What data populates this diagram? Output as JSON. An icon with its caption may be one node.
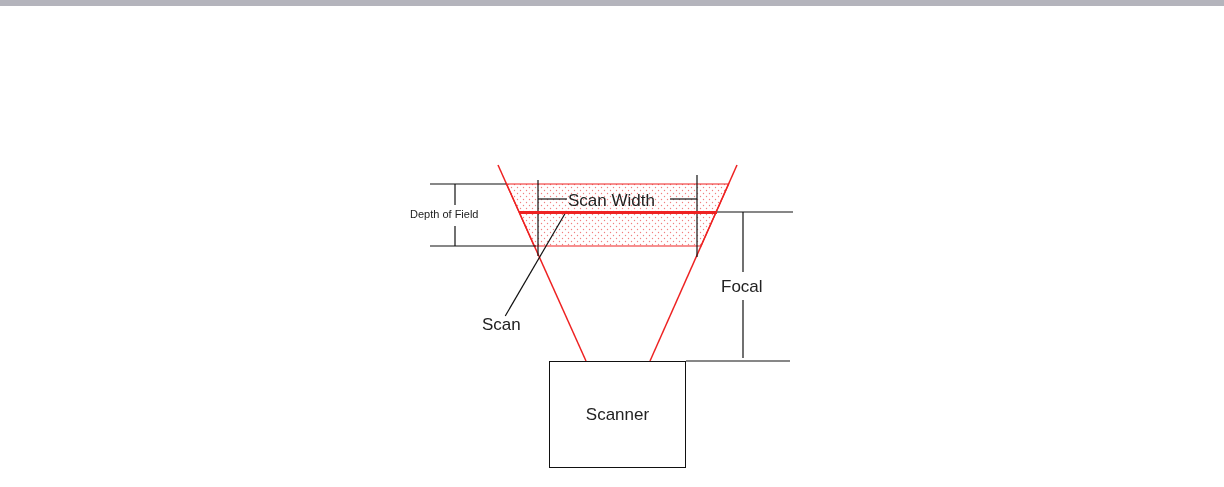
{
  "diagram": {
    "nodes": [
      {
        "text": [
          "Scanner"
        ]
      },
      {
        "text": [
          "Scan"
        ]
      },
      {
        "text": [],
        "shape": "bar"
      }
    ],
    "edges": [
      {
        "from": 1,
        "to": 2,
        "arrow": "none"
      }
    ],
    "labels": [
      "Depth of Field",
      "Scan Width",
      "Focal"
    ]
  }
}
